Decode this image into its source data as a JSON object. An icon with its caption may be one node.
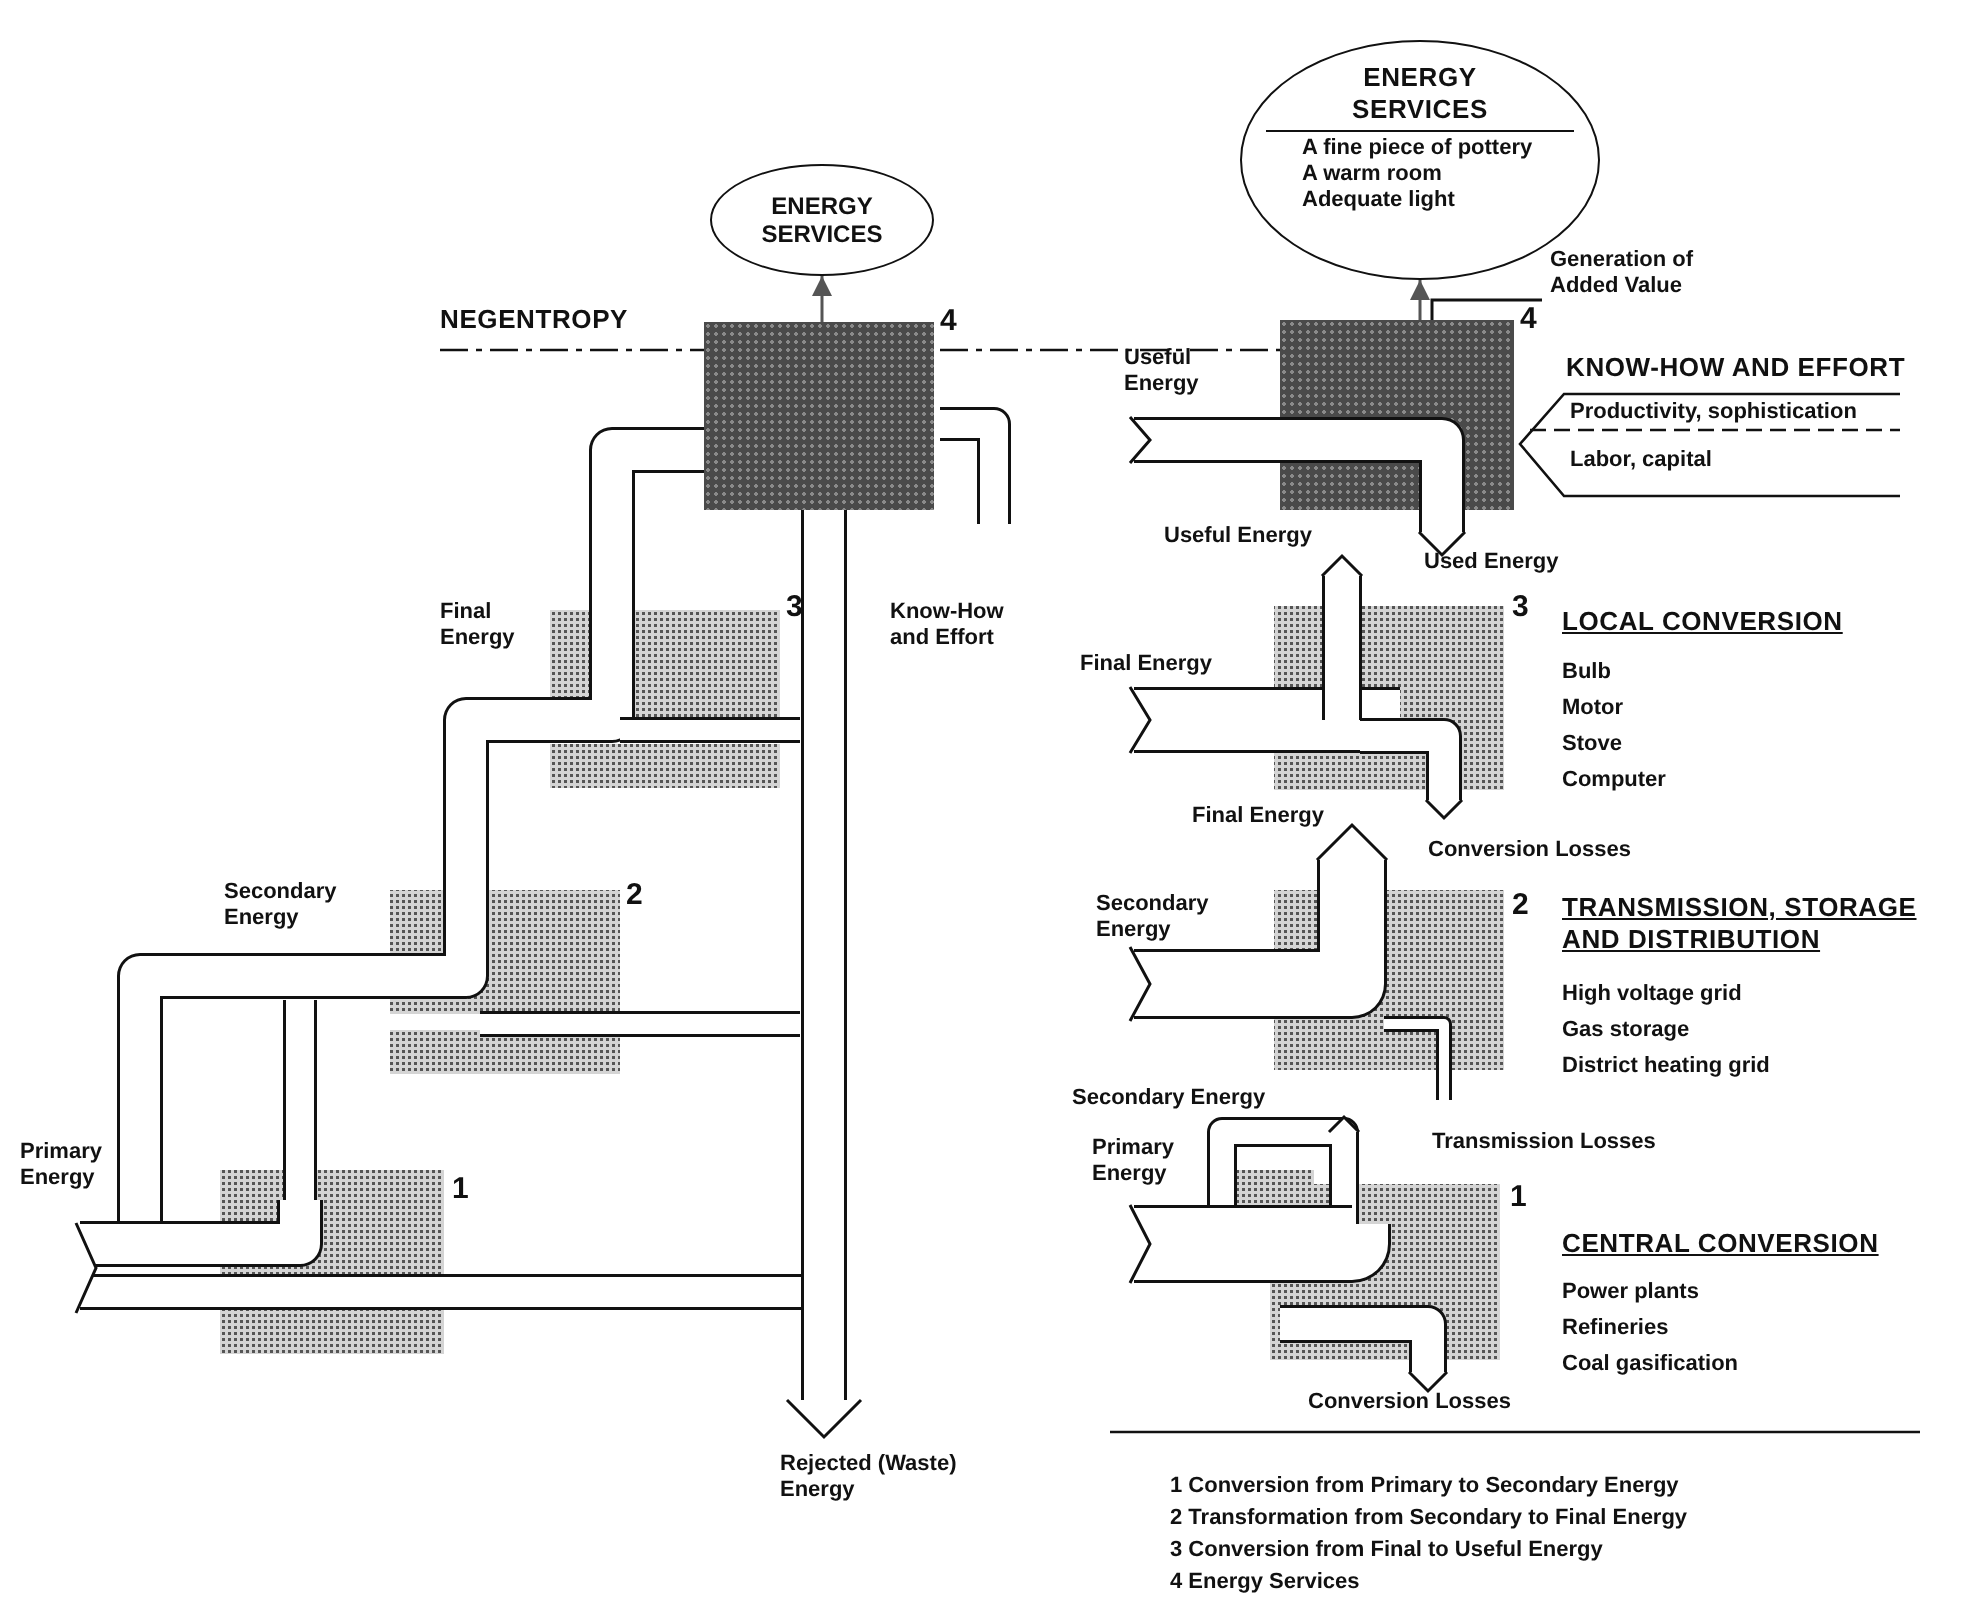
{
  "diagram": {
    "nodes": [
      {
        "text": [
          "ENERGY SERVICES"
        ]
      },
      {
        "text": [
          "ENERGY SERVICES",
          "A fine piece of pottery",
          "A warm room",
          "Adequate light"
        ]
      },
      {
        "text": [],
        "shape": "box"
      },
      {
        "text": [],
        "shape": "box"
      },
      {
        "text": [
          "Generation of Added Value"
        ]
      }
    ],
    "edges": [
      {
        "from": 2,
        "to": 0,
        "arrow": "to"
      },
      {
        "from": 3,
        "to": 1,
        "arrow": "to"
      },
      {
        "from": 4,
        "to": 3,
        "arrow": "none"
      }
    ],
    "labels": [
      "NEGENTROPY",
      "4",
      "4",
      "Useful Energy",
      "KNOW-HOW AND EFFORT",
      "Productivity, sophistication",
      "Labor, capital",
      "Final Energy",
      "3",
      "Know-How and Effort",
      "Useful Energy",
      "Used Energy",
      "3",
      "LOCAL CONVERSION",
      "Bulb",
      "Motor",
      "Stove",
      "Computer",
      "Final Energy",
      "Final Energy",
      "Conversion Losses",
      "Secondary Energy",
      "2",
      "Secondary Energy",
      "2",
      "TRANSMISSION, STORAGE AND DISTRIBUTION",
      "High voltage grid",
      "Gas storage",
      "District heating grid",
      "Secondary Energy",
      "Transmission Losses",
      "Primary Energy",
      "1",
      "Primary Energy",
      "1",
      "CENTRAL CONVERSION",
      "Power plants",
      "Refineries",
      "Coal gasification",
      "Conversion Losses",
      "Rejected (Waste) Energy",
      "1 Conversion from Primary to Secondary Energy",
      "2 Transformation from Secondary to Final Energy",
      "3 Conversion from Final to Useful Energy",
      "4 Energy Services"
    ]
  }
}
